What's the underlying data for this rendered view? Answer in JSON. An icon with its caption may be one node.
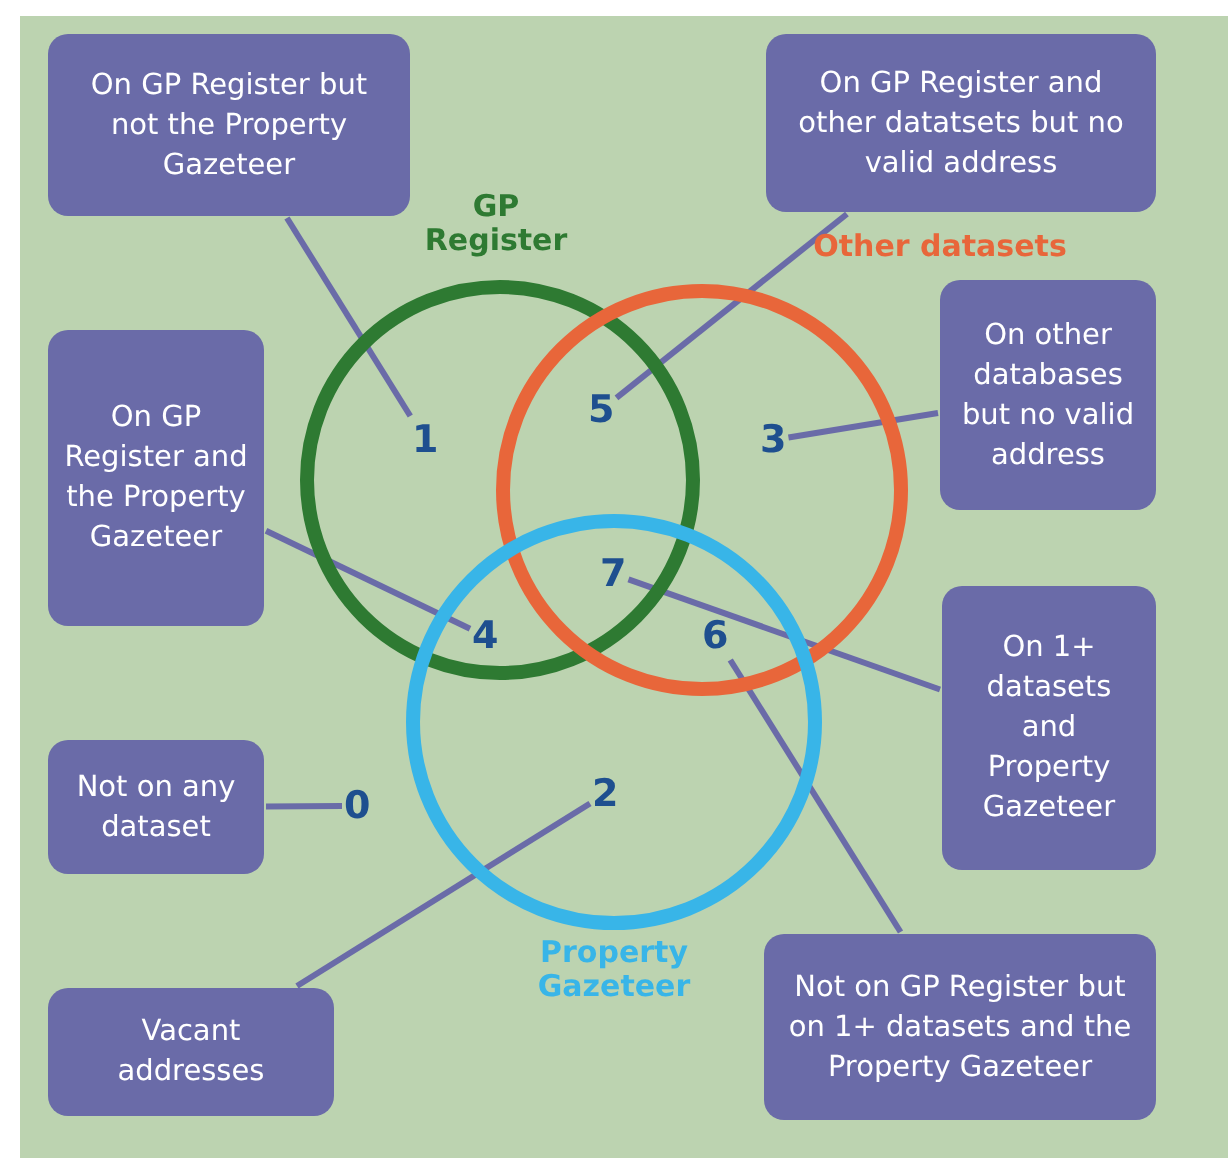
{
  "diagram": {
    "nodes": [
      {
        "text": [
          "On GP Register but not the Property Gazeteer"
        ]
      },
      {
        "text": [
          "On GP Register and other datatsets but no valid address"
        ]
      },
      {
        "text": [
          "GP Register"
        ]
      },
      {
        "text": [
          "Other datasets"
        ]
      },
      {
        "text": [
          "On other databases but no valid address"
        ]
      },
      {
        "text": [
          "On GP Register and the Property Gazeteer"
        ]
      },
      {
        "text": [
          "1"
        ],
        "in": 2
      },
      {
        "text": [
          "5"
        ]
      },
      {
        "text": [
          "3"
        ],
        "in": 3
      },
      {
        "text": [
          "Property Gazeteer"
        ]
      },
      {
        "text": [
          "7"
        ]
      },
      {
        "text": [
          "On 1+ datasets and Property Gazeteer"
        ]
      },
      {
        "text": [
          "4"
        ]
      },
      {
        "text": [
          "6"
        ]
      },
      {
        "text": [
          "Not on any dataset"
        ]
      },
      {
        "text": [
          "0"
        ]
      },
      {
        "text": [
          "2"
        ],
        "in": 9
      },
      {
        "text": [
          "Vacant addresses"
        ]
      },
      {
        "text": [
          "Not on GP Register but on 1+ datasets and the Property Gazeteer"
        ]
      }
    ],
    "edges": [
      {
        "from": 0,
        "to": 6,
        "arrow": "none"
      },
      {
        "from": 1,
        "to": 7,
        "arrow": "none"
      },
      {
        "from": 4,
        "to": 8,
        "arrow": "none"
      },
      {
        "from": 5,
        "to": 12,
        "arrow": "none"
      },
      {
        "from": 11,
        "to": 10,
        "arrow": "none"
      },
      {
        "from": 14,
        "to": 15,
        "arrow": "none"
      },
      {
        "from": 17,
        "to": 16,
        "arrow": "none"
      },
      {
        "from": 18,
        "to": 13,
        "arrow": "none"
      }
    ]
  }
}
